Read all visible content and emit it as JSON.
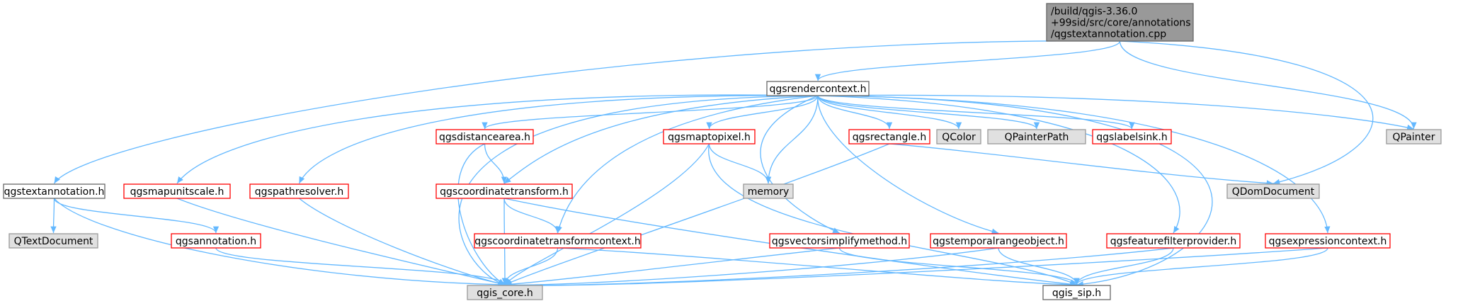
{
  "graph": {
    "root": {
      "lines": [
        "/build/qgis-3.36.0",
        "+99sid/src/core/annotations",
        "/qgstextannotation.cpp"
      ]
    },
    "nodes": {
      "qgsrendercontext": "qgsrendercontext.h",
      "qgstextannotation": "qgstextannotation.h",
      "qgsmapunitscale": "qgsmapunitscale.h",
      "qgspathresolver": "qgspathresolver.h",
      "qgsdistancearea": "qgsdistancearea.h",
      "qgsmaptopixel": "qgsmaptopixel.h",
      "qgsrectangle": "qgsrectangle.h",
      "qcolor": "QColor",
      "qpainterpath": "QPainterPath",
      "qgslabelsink": "qgslabelsink.h",
      "qpainter": "QPainter",
      "memory": "memory",
      "qdomdocument": "QDomDocument",
      "qgscoordinatetransform": "qgscoordinatetransform.h",
      "qtextdocument": "QTextDocument",
      "qgsannotation": "qgsannotation.h",
      "qgscoordinatetransformcontext": "qgscoordinatetransformcontext.h",
      "qgsvectorsimplifymethod": "qgsvectorsimplifymethod.h",
      "qgstemporalrangeobject": "qgstemporalrangeobject.h",
      "qgsfeaturefilterprovider": "qgsfeaturefilterprovider.h",
      "qgsexpressioncontext": "qgsexpressioncontext.h",
      "qgis_core": "qgis_core.h",
      "qgis_sip": "qgis_sip.h"
    }
  }
}
